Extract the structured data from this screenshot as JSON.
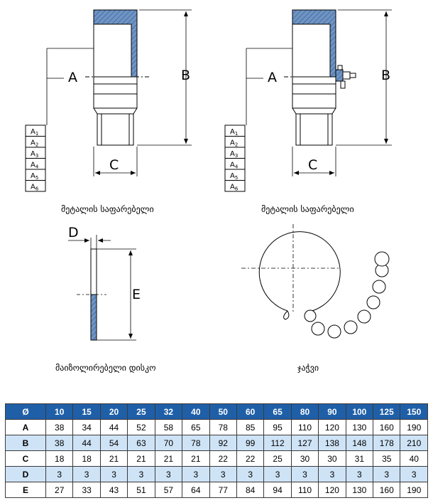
{
  "captions": {
    "cap_left": "მეტალის საფარებელი",
    "cap_right": "მეტალის საფარებელი",
    "gasket": "მაიზოლირებელი დისკო",
    "chain": "ჯაჭვი"
  },
  "dim_labels": {
    "A": "A",
    "B": "B",
    "C": "C",
    "D": "D",
    "E": "E"
  },
  "size_list": [
    {
      "base": "A",
      "sub": "1"
    },
    {
      "base": "A",
      "sub": "2"
    },
    {
      "base": "A",
      "sub": "3"
    },
    {
      "base": "A",
      "sub": "4"
    },
    {
      "base": "A",
      "sub": "5"
    },
    {
      "base": "A",
      "sub": "6"
    }
  ],
  "colors": {
    "hatch": "#6f94c4",
    "header_bg": "#1f5fa8",
    "header_text": "#ffffff",
    "row_shade": "#cfe3f6"
  },
  "table": {
    "corner": "Ø",
    "columns": [
      "10",
      "15",
      "20",
      "25",
      "32",
      "40",
      "50",
      "60",
      "65",
      "80",
      "90",
      "100",
      "125",
      "150"
    ],
    "rows": [
      {
        "label": "A",
        "values": [
          "38",
          "34",
          "44",
          "52",
          "58",
          "65",
          "78",
          "85",
          "95",
          "110",
          "120",
          "130",
          "160",
          "190"
        ]
      },
      {
        "label": "B",
        "values": [
          "38",
          "44",
          "54",
          "63",
          "70",
          "78",
          "92",
          "99",
          "112",
          "127",
          "138",
          "148",
          "178",
          "210"
        ]
      },
      {
        "label": "C",
        "values": [
          "18",
          "18",
          "21",
          "21",
          "21",
          "21",
          "22",
          "22",
          "25",
          "30",
          "30",
          "31",
          "35",
          "40"
        ]
      },
      {
        "label": "D",
        "values": [
          "3",
          "3",
          "3",
          "3",
          "3",
          "3",
          "3",
          "3",
          "3",
          "3",
          "3",
          "3",
          "3",
          "3"
        ]
      },
      {
        "label": "E",
        "values": [
          "27",
          "33",
          "43",
          "51",
          "57",
          "64",
          "77",
          "84",
          "94",
          "110",
          "120",
          "130",
          "160",
          "190"
        ]
      }
    ]
  }
}
